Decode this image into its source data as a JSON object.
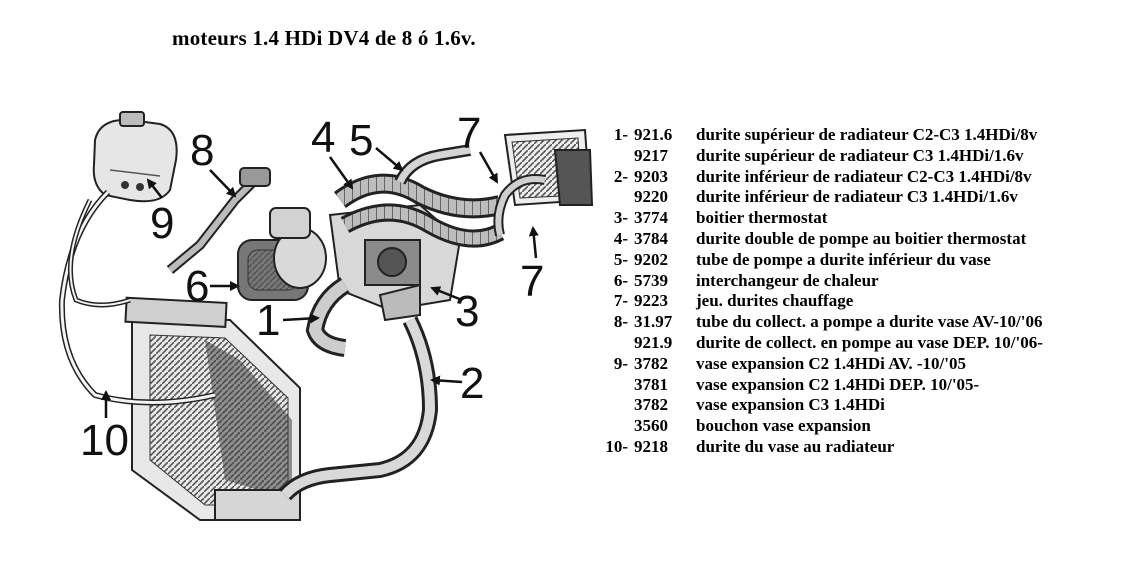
{
  "title": "moteurs 1.4 HDi DV4 de 8 ó 1.6v.",
  "callouts": [
    "1",
    "2",
    "3",
    "4",
    "5",
    "6",
    "7",
    "7",
    "8",
    "9",
    "10"
  ],
  "legend": [
    {
      "num": "1-",
      "code": "921.6",
      "desc": "durite supérieur de radiateur C2-C3 1.4HDi/8v"
    },
    {
      "num": "",
      "code": "9217",
      "desc": "durite supérieur de radiateur C3 1.4HDi/1.6v"
    },
    {
      "num": "2-",
      "code": "9203",
      "desc": "durite inférieur de radiateur C2-C3 1.4HDi/8v"
    },
    {
      "num": "",
      "code": "9220",
      "desc": "durite inférieur de radiateur C3 1.4HDi/1.6v"
    },
    {
      "num": "3-",
      "code": "3774",
      "desc": "boitier thermostat"
    },
    {
      "num": "4-",
      "code": "3784",
      "desc": "durite double de pompe au boitier thermostat"
    },
    {
      "num": "5-",
      "code": "9202",
      "desc": "tube de pompe a durite inférieur du vase"
    },
    {
      "num": "6-",
      "code": "5739",
      "desc": "interchangeur de chaleur"
    },
    {
      "num": "7-",
      "code": "9223",
      "desc": "jeu. durites chauffage"
    },
    {
      "num": "8-",
      "code": "31.97",
      "desc": "tube du collect. a pompe a durite vase AV-10/'06"
    },
    {
      "num": "",
      "code": "921.9",
      "desc": "durite de collect. en pompe au vase DEP. 10/'06-"
    },
    {
      "num": "9-",
      "code": "3782",
      "desc": "vase expansion C2 1.4HDi AV. -10/'05"
    },
    {
      "num": "",
      "code": "3781",
      "desc": "vase expansion C2 1.4HDi DEP. 10/'05-"
    },
    {
      "num": "",
      "code": "3782",
      "desc": "vase expansion C3 1.4HDi"
    },
    {
      "num": "",
      "code": "3560",
      "desc": "bouchon vase expansion"
    },
    {
      "num": "10-",
      "code": "9218",
      "desc": "durite du vase au radiateur"
    }
  ]
}
